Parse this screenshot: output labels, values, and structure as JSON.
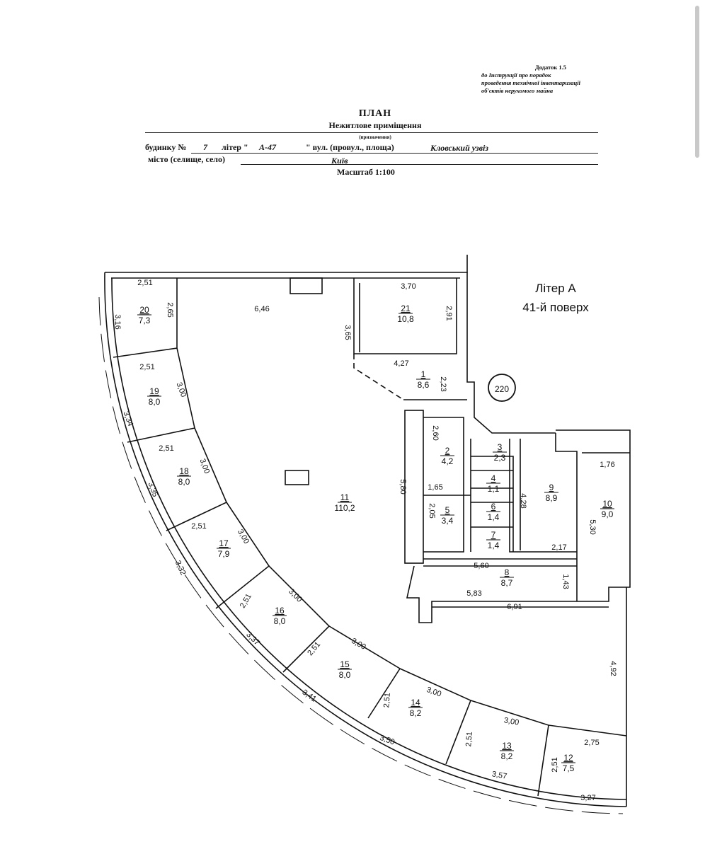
{
  "appendix": {
    "line1": "Додаток 1.5",
    "line2": "до Інструкції про порядок",
    "line3": "проведення технічної інвентаризації",
    "line4": "об'єктів нерухомого майна"
  },
  "header": {
    "title": "ПЛАН",
    "subtitle": "Нежитлове приміщення",
    "subnote": "(призначення)",
    "building_label": "будинку №",
    "building_no": "7",
    "liter_label": "літер \"",
    "liter_value": "А-47",
    "street_label": "\" вул. (провул., площа)",
    "street_value": "Кловський узвіз",
    "city_label": "місто (селище, село)",
    "city_value": "Київ",
    "scale": "Масштаб 1:100"
  },
  "plan": {
    "liter": "Літер А",
    "floor": "41-й поверх",
    "apartment_no": "220",
    "rooms": [
      {
        "no": "1",
        "area": "8,6"
      },
      {
        "no": "2",
        "area": "4,2"
      },
      {
        "no": "3",
        "area": "2,3"
      },
      {
        "no": "4",
        "area": "1,1"
      },
      {
        "no": "5",
        "area": "3,4"
      },
      {
        "no": "6",
        "area": "1,4"
      },
      {
        "no": "7",
        "area": "1,4"
      },
      {
        "no": "8",
        "area": "8,7"
      },
      {
        "no": "9",
        "area": "8,9"
      },
      {
        "no": "10",
        "area": "9,0"
      },
      {
        "no": "11",
        "area": "110,2"
      },
      {
        "no": "12",
        "area": "7,5"
      },
      {
        "no": "13",
        "area": "8,2"
      },
      {
        "no": "14",
        "area": "8,2"
      },
      {
        "no": "15",
        "area": "8,0"
      },
      {
        "no": "16",
        "area": "8,0"
      },
      {
        "no": "17",
        "area": "7,9"
      },
      {
        "no": "18",
        "area": "8,0"
      },
      {
        "no": "19",
        "area": "8,0"
      },
      {
        "no": "20",
        "area": "7,3"
      },
      {
        "no": "21",
        "area": "10,8"
      }
    ],
    "dims": [
      "2,51",
      "2,65",
      "3,16",
      "6,46",
      "3,65",
      "3,70",
      "2,91",
      "4,27",
      "2,23",
      "2,51",
      "3,00",
      "3,34",
      "2,51",
      "3,00",
      "3,35",
      "2,51",
      "3,00",
      "3,32",
      "2,51",
      "3,00",
      "3,37",
      "2,51",
      "3,00",
      "3,41",
      "2,51",
      "3,00",
      "3,50",
      "2,51",
      "3,00",
      "3,57",
      "2,51",
      "2,75",
      "3,27",
      "2,60",
      "1,65",
      "2,05",
      "5,80",
      "4,28",
      "1,76",
      "5,30",
      "2,17",
      "5,60",
      "1,43",
      "5,83",
      "6,91",
      "4,92"
    ]
  }
}
